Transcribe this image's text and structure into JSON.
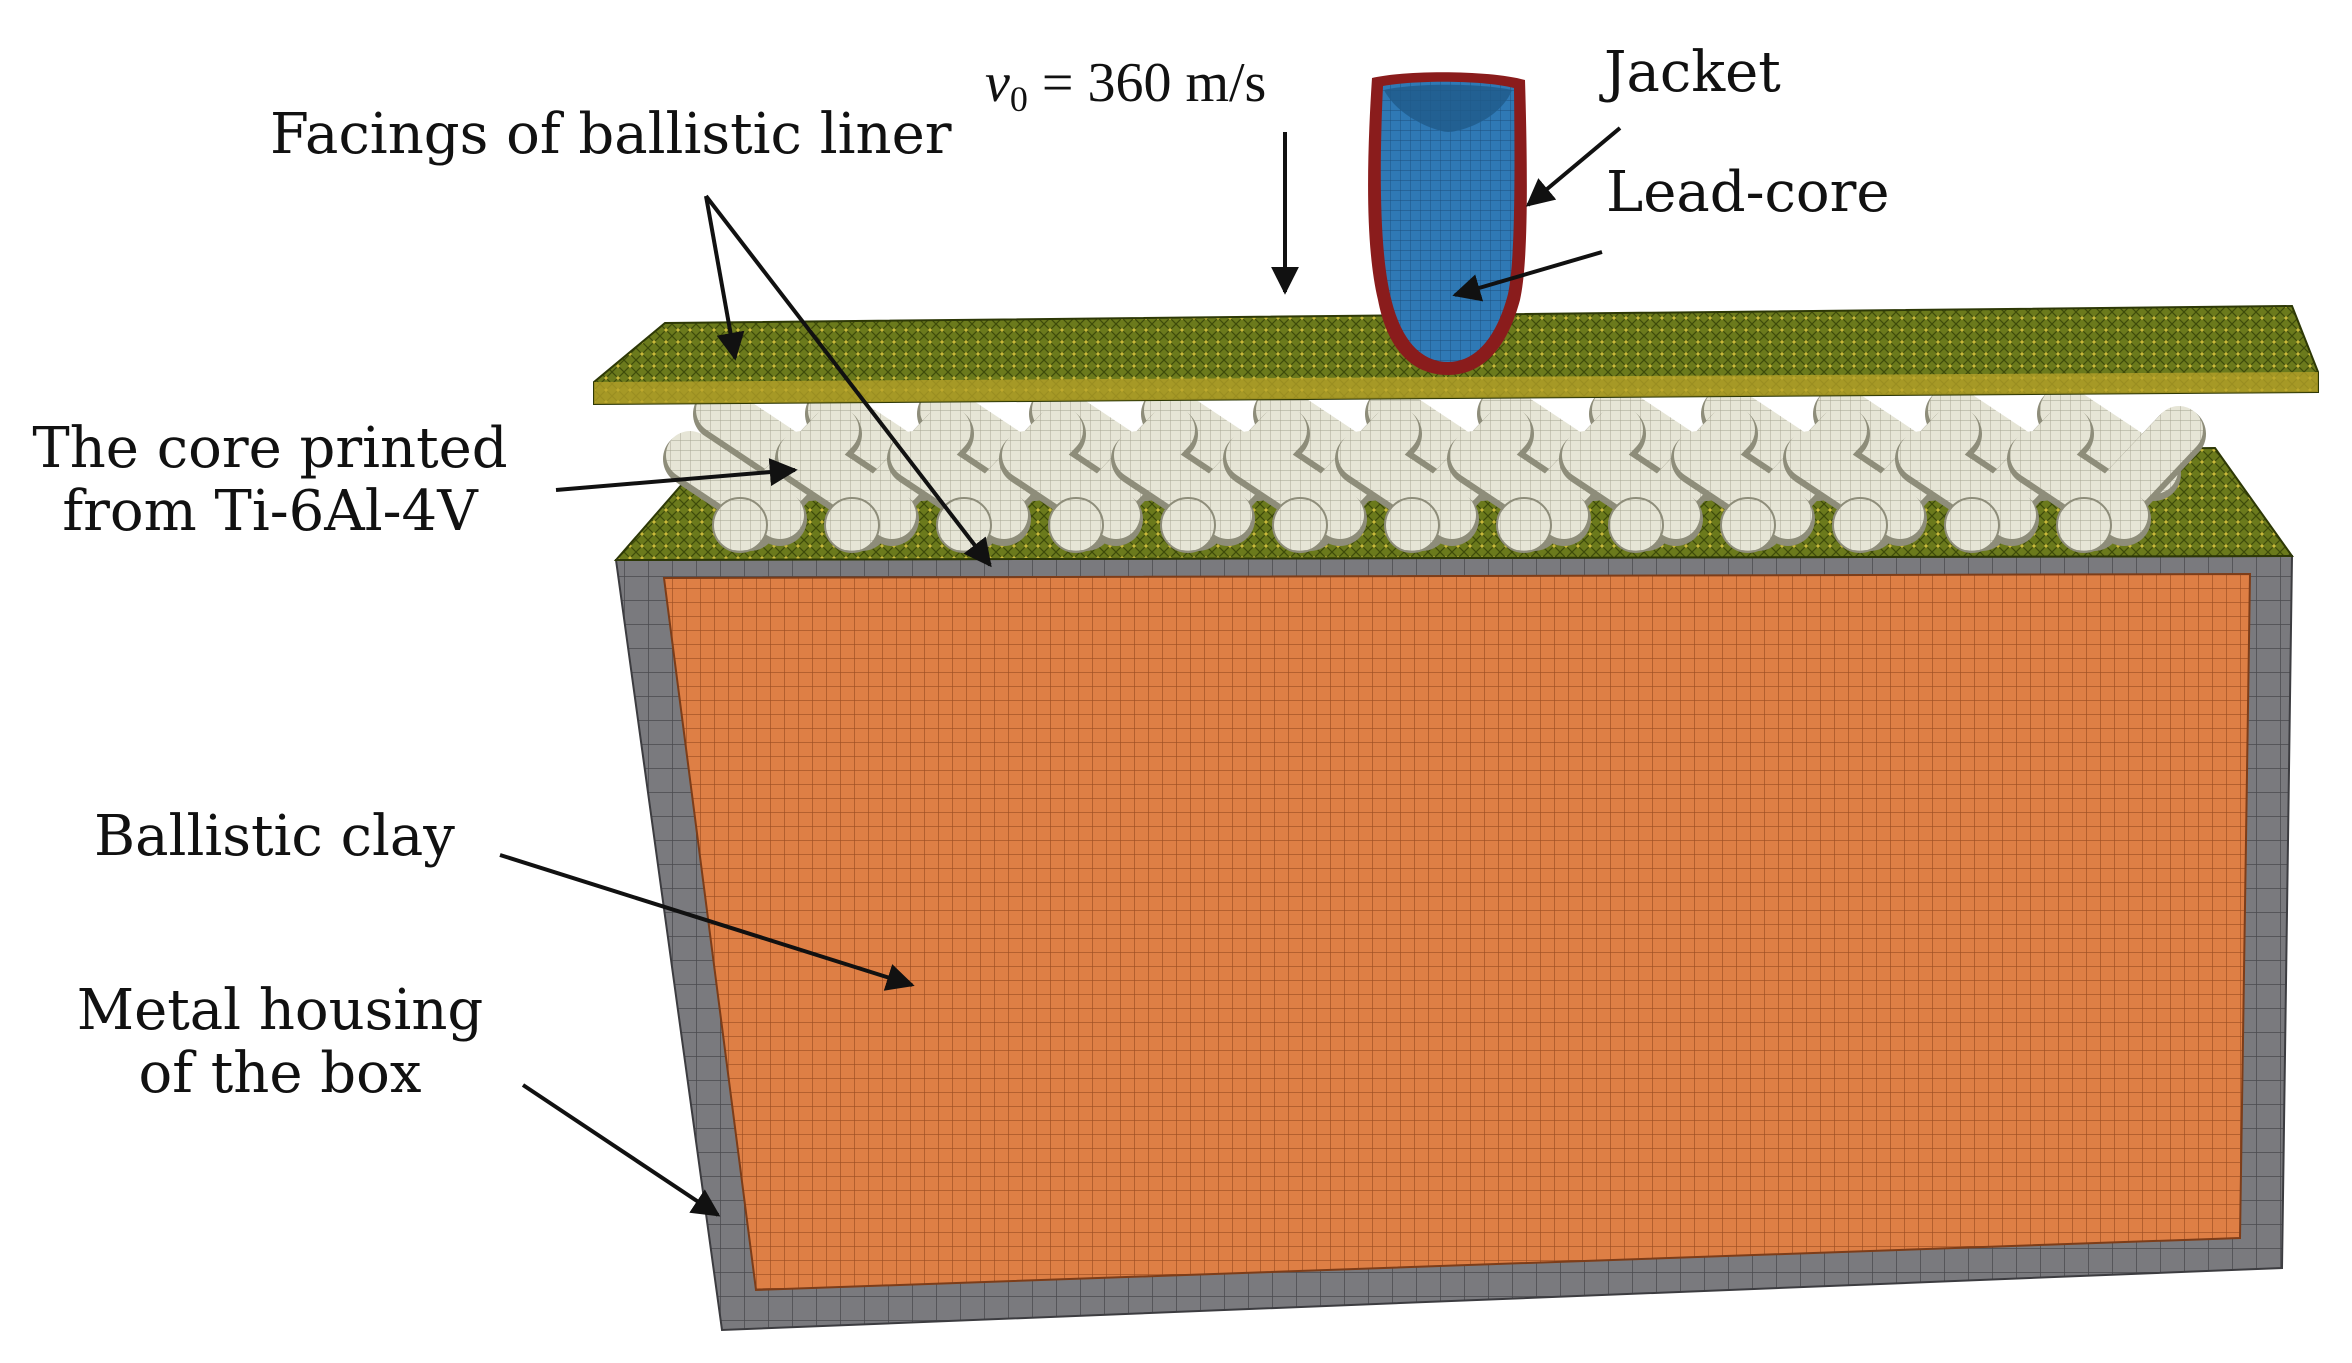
{
  "labels": {
    "facings": "Facings of ballistic liner",
    "velocity_symbol": "v",
    "velocity_subscript": "0",
    "velocity_value": " = 360 m/s",
    "jacket": "Jacket",
    "lead_core": "Lead-core",
    "core_line1": "The core printed",
    "core_line2": "from Ti-6Al-4V",
    "clay": "Ballistic clay",
    "housing_line1": "Metal housing",
    "housing_line2": "of the box"
  },
  "colors": {
    "facing_green": "#6b7a1c",
    "facing_mesh": "#3d4a0a",
    "strut_ivory": "#e6e5d6",
    "clay_orange": "#de7f45",
    "housing_gray": "#7a7a7e",
    "jacket_red": "#8a1c1c",
    "lead_blue": "#2f79b5",
    "arrow": "#111111"
  }
}
